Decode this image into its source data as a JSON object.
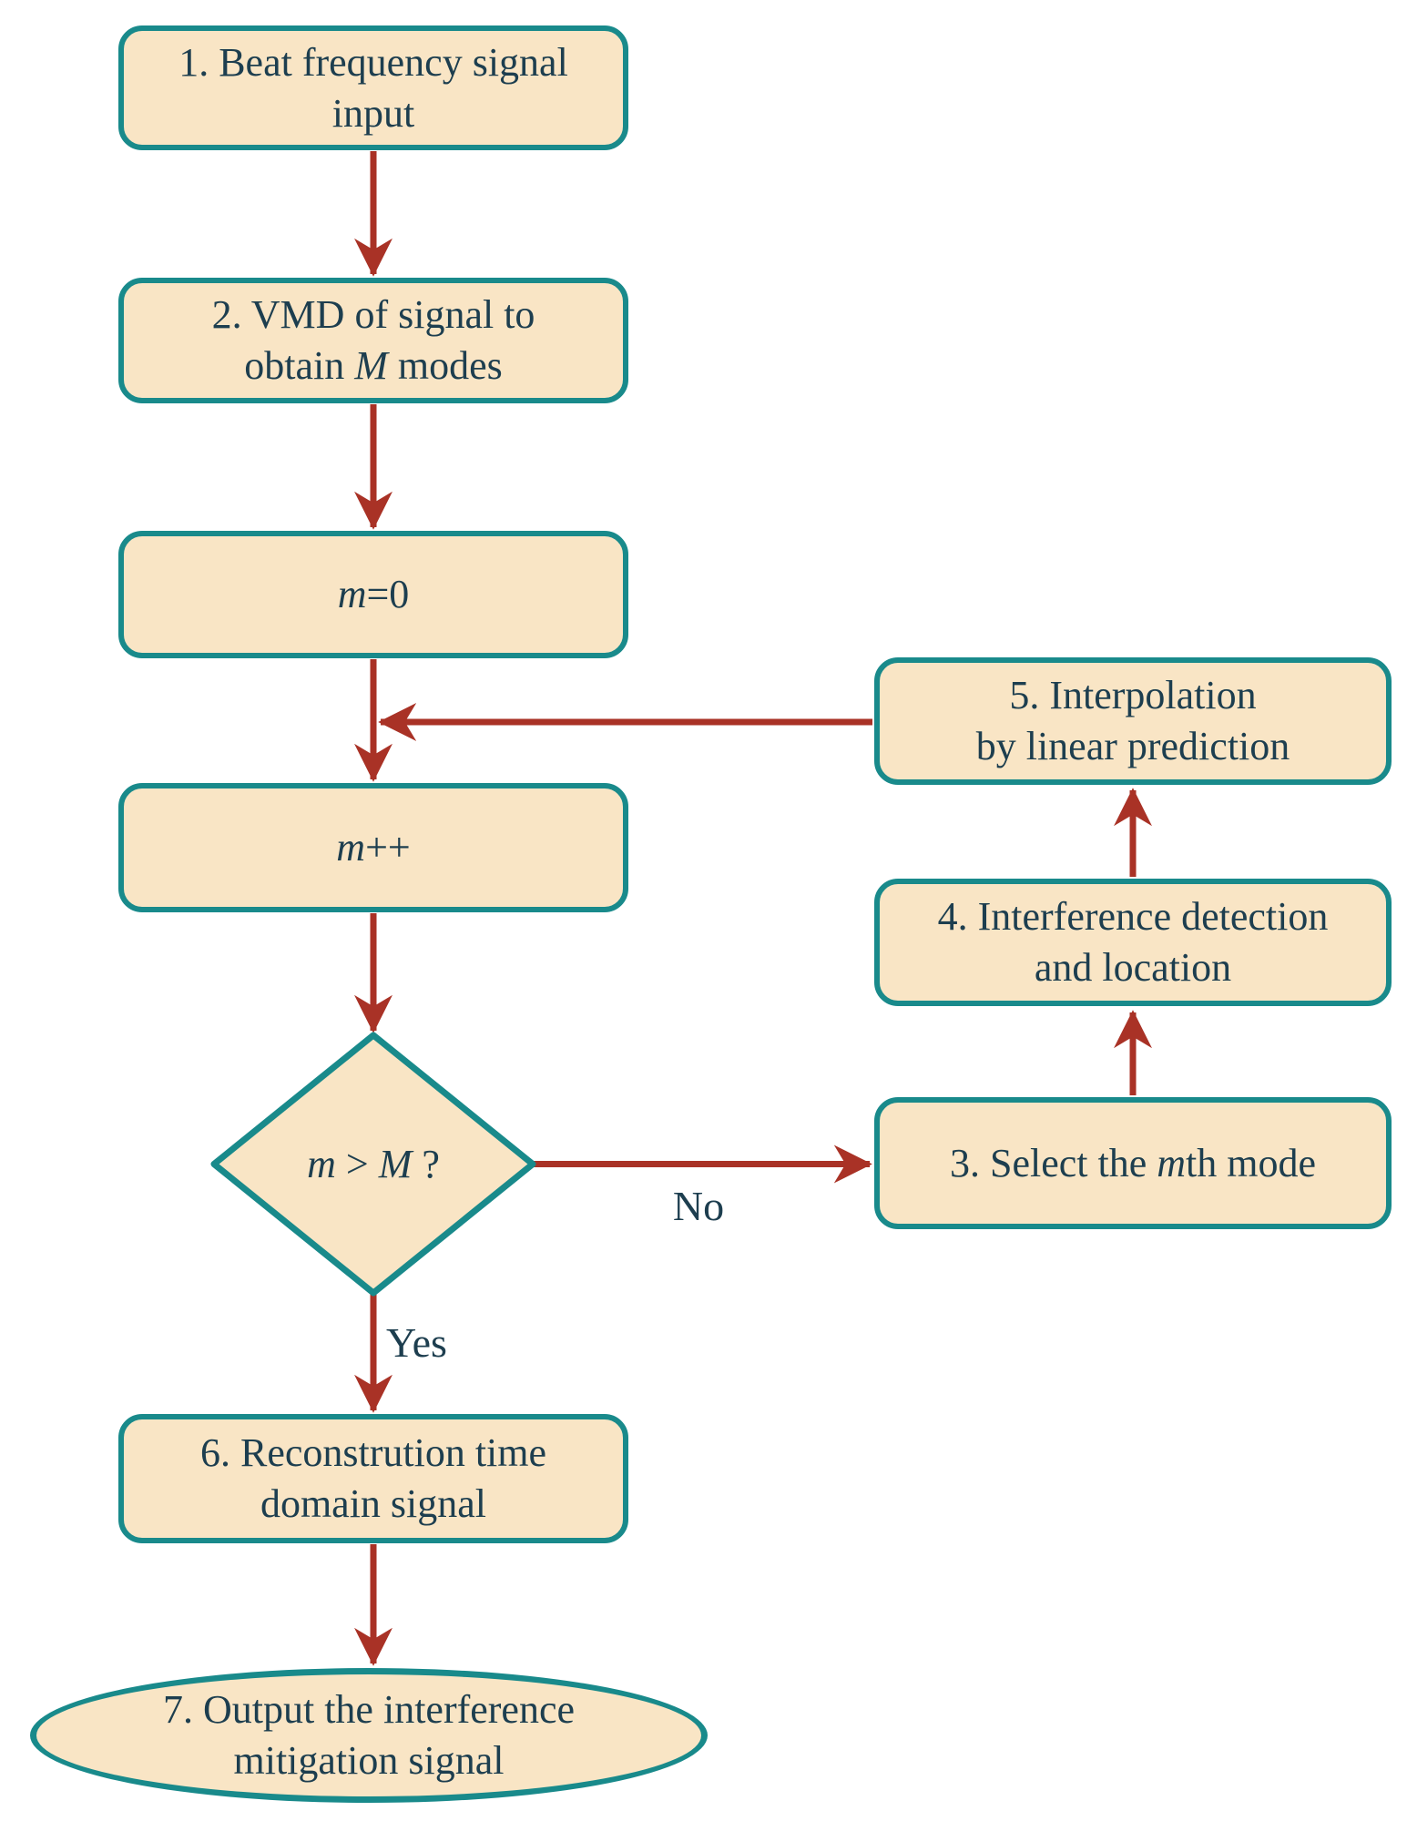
{
  "diagram": {
    "nodes": {
      "step1": {
        "label": "1. Beat frequency signal\ninput"
      },
      "step2": {
        "label": "2. VMD of signal to\nobtain _M_ modes"
      },
      "init": {
        "label": "_m_=0"
      },
      "increment": {
        "label": "_m_++"
      },
      "decision": {
        "label": "_m_ > _M_ ?"
      },
      "step3": {
        "label": "3. Select the _m_th mode"
      },
      "step4": {
        "label": "4. Interference detection\nand location"
      },
      "step5": {
        "label": "5. Interpolation\nby linear prediction"
      },
      "step6": {
        "label": "6. Reconstrution time\ndomain signal"
      },
      "step7": {
        "label": "7. Output the interference\nmitigation signal"
      }
    },
    "edge_labels": {
      "no": "No",
      "yes": "Yes"
    },
    "colors": {
      "node_fill": "#F9E5C5",
      "node_border": "#198A8B",
      "arrow": "#A93226",
      "text": "#1D3E4F"
    }
  }
}
